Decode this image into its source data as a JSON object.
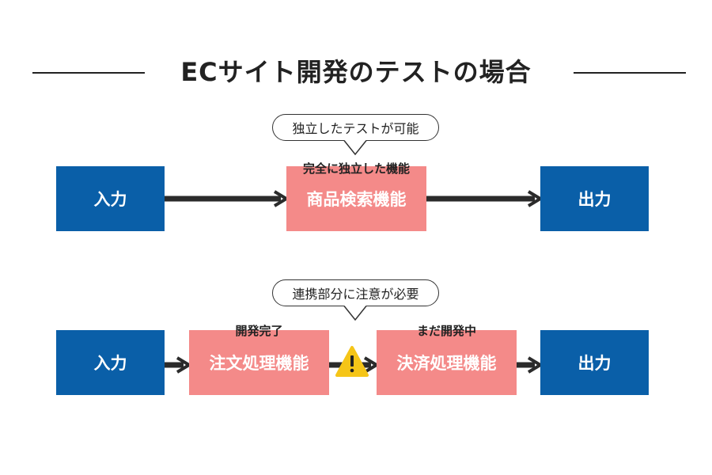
{
  "title": "ECサイト開発のテストの場合",
  "row1": {
    "bubble": "独立したテストが可能",
    "input": "入力",
    "middle_caption": "完全に独立した機能",
    "middle": "商品検索機能",
    "output": "出力"
  },
  "row2": {
    "bubble": "連携部分に注意が必要",
    "input": "入力",
    "left_caption": "開発完了",
    "left": "注文処理機能",
    "right_caption": "まだ開発中",
    "right": "決済処理機能",
    "output": "出力",
    "warning_icon": "warning-icon"
  },
  "colors": {
    "blue_box": "#0a5fa8",
    "pink_box": "#f48a89",
    "arrow": "#2b2b2b",
    "warning": "#f5c518"
  }
}
